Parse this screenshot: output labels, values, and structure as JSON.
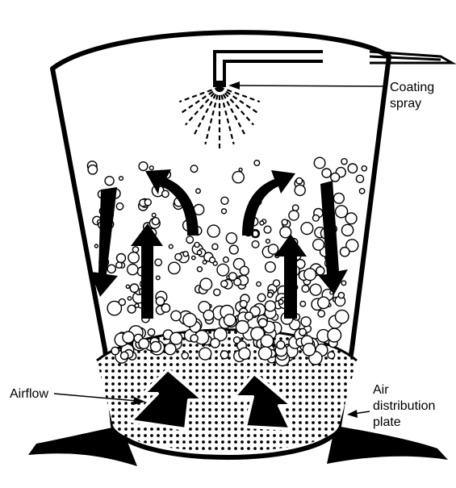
{
  "labels": {
    "coating_spray": [
      "Coating",
      "spray"
    ],
    "airflow": "Airflow",
    "air_distribution_plate": [
      "Air",
      "distribution",
      "plate"
    ]
  },
  "colors": {
    "ink": "#000000",
    "paper": "#ffffff"
  },
  "icons": [
    "spray-nozzle-icon",
    "circulation-arrow-icon",
    "airflow-arrow-icon",
    "particle-bubble-icon"
  ]
}
